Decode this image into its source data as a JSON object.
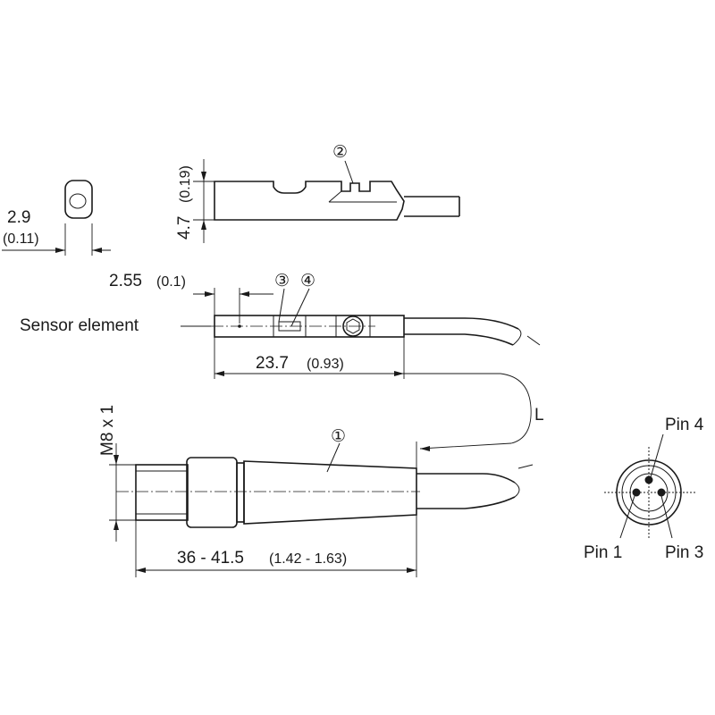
{
  "labels": {
    "callout_1": "①",
    "callout_2": "②",
    "callout_3": "③",
    "callout_4": "④",
    "sensor_element": "Sensor element",
    "dim_width_mm": "2.9",
    "dim_width_in": "(0.11)",
    "dim_height_mm": "4.7",
    "dim_height_in": "(0.19)",
    "dim_offset_mm": "2.55",
    "dim_offset_in": "(0.1)",
    "dim_length_mm": "23.7",
    "dim_length_in": "(0.93)",
    "cable_length": "L",
    "thread": "M8 x 1",
    "dim_connector_mm": "36 - 41.5",
    "dim_connector_in": "(1.42 - 1.63)",
    "pin_4": "Pin 4",
    "pin_1": "Pin 1",
    "pin_3": "Pin 3"
  }
}
